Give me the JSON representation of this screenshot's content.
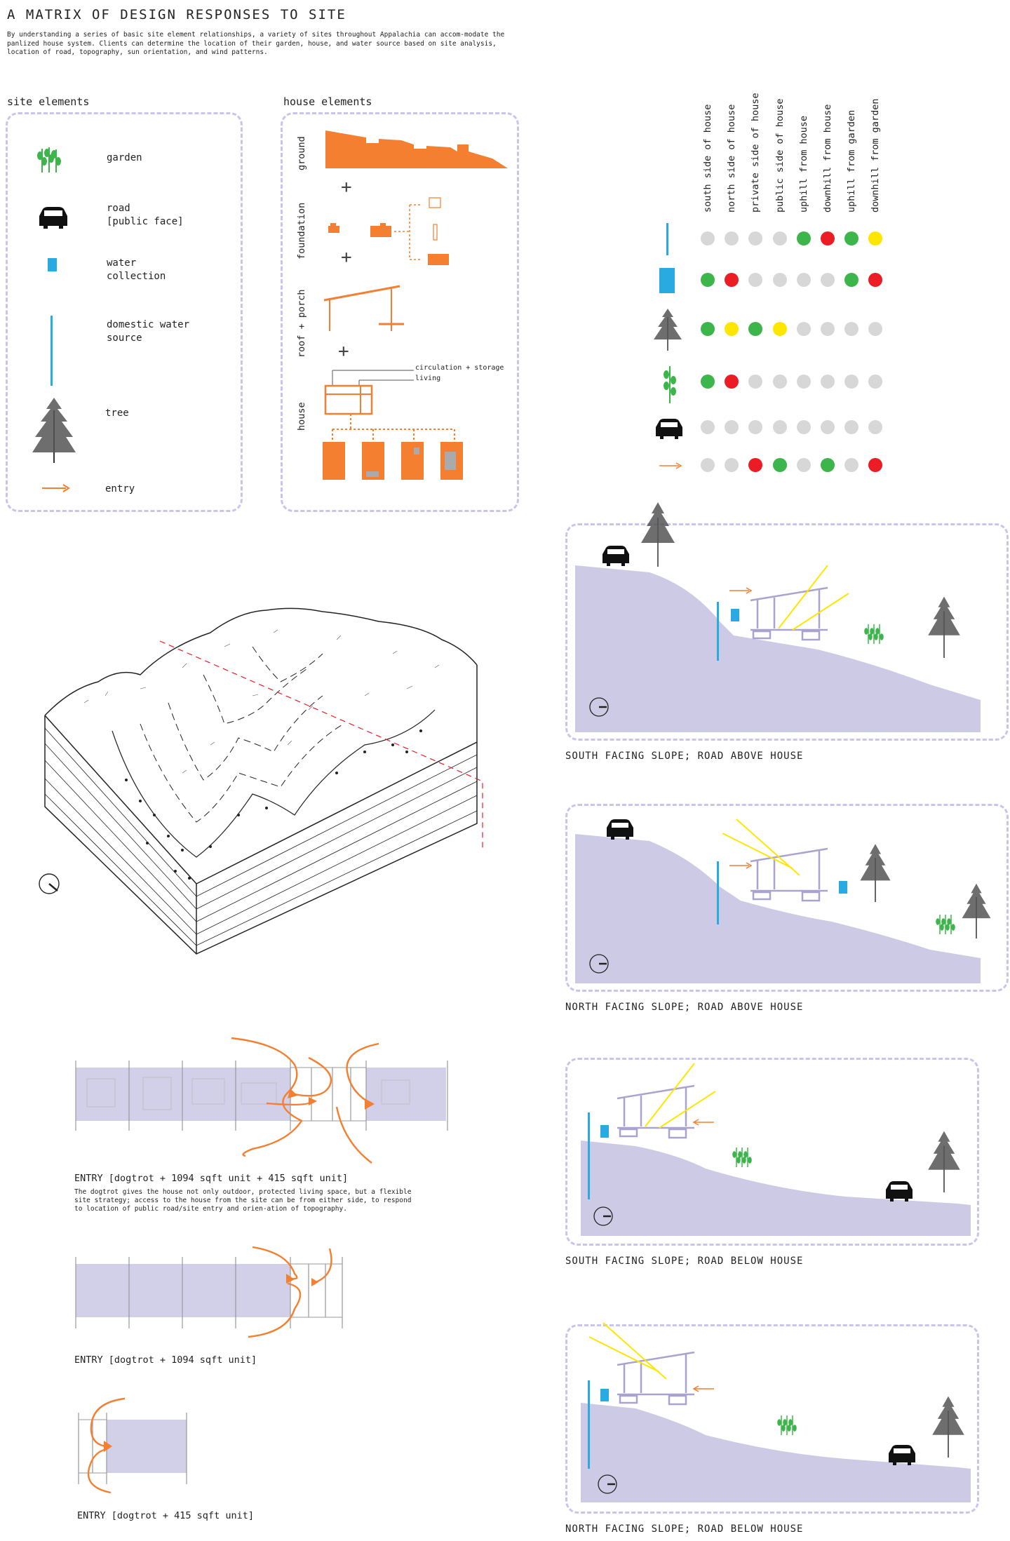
{
  "title": "A MATRIX OF DESIGN RESPONSES TO SITE",
  "intro": "By understanding a series of basic site element relationships, a variety of sites throughout Appalachia can accom-modate the panlized house system. Clients can determine the location of their garden, house, and water source based on site analysis, location of road, topography, sun orientation, and wind patterns.",
  "site_elements": {
    "heading": "site elements",
    "items": [
      {
        "icon": "garden-icon",
        "label": "garden"
      },
      {
        "icon": "car-icon",
        "label": "road\n[public face]"
      },
      {
        "icon": "water-tank-icon",
        "label": "water\ncollection"
      },
      {
        "icon": "water-pipe-icon",
        "label": "domestic water\nsource"
      },
      {
        "icon": "tree-icon",
        "label": "tree"
      },
      {
        "icon": "arrow-icon",
        "label": "entry"
      }
    ]
  },
  "house_elements": {
    "heading": "house elements",
    "rows": [
      "ground",
      "foundation",
      "roof + porch",
      "house"
    ],
    "plus": "+",
    "house_notes": [
      "circulation + storage",
      "living"
    ]
  },
  "matrix": {
    "columns": [
      "south side of house",
      "north side of house",
      "private side of house",
      "public side of house",
      "uphill from house",
      "downhill from house",
      "uphill from garden",
      "downhill from garden"
    ],
    "rows": [
      {
        "icon": "water-pipe-icon",
        "values": [
          "gray",
          "gray",
          "gray",
          "gray",
          "green",
          "red",
          "green",
          "yellow"
        ]
      },
      {
        "icon": "water-tank-icon",
        "values": [
          "green",
          "red",
          "gray",
          "gray",
          "gray",
          "gray",
          "green",
          "red"
        ]
      },
      {
        "icon": "tree-icon",
        "values": [
          "green",
          "yellow",
          "green",
          "yellow",
          "gray",
          "gray",
          "gray",
          "gray"
        ]
      },
      {
        "icon": "garden-icon",
        "values": [
          "green",
          "red",
          "gray",
          "gray",
          "gray",
          "gray",
          "gray",
          "gray"
        ]
      },
      {
        "icon": "car-icon",
        "values": [
          "gray",
          "gray",
          "gray",
          "gray",
          "gray",
          "gray",
          "gray",
          "gray"
        ]
      },
      {
        "icon": "arrow-icon",
        "values": [
          "gray",
          "gray",
          "red",
          "green",
          "gray",
          "green",
          "gray",
          "red"
        ]
      }
    ],
    "colors": {
      "gray": "#d7d7d7",
      "green": "#3cb54a",
      "red": "#ec1c24",
      "yellow": "#ffe600"
    }
  },
  "sections": [
    {
      "caption": "SOUTH FACING SLOPE; ROAD ABOVE HOUSE"
    },
    {
      "caption": "NORTH FACING SLOPE; ROAD ABOVE HOUSE"
    },
    {
      "caption": "SOUTH FACING SLOPE; ROAD BELOW HOUSE"
    },
    {
      "caption": "NORTH FACING SLOPE; ROAD BELOW HOUSE"
    }
  ],
  "plans": [
    {
      "caption": "ENTRY [dogtrot + 1094 sqft unit + 415 sqft unit]",
      "note": "The dogtrot gives the house not only outdoor, protected living space, but a flexible site strategy; access to the house from the site can be from either side, to respond to location of public road/site entry and orien-ation of topography."
    },
    {
      "caption": "ENTRY [dogtrot + 1094 sqft unit]"
    },
    {
      "caption": "ENTRY [dogtrot + 415 sqft unit]"
    }
  ],
  "colors": {
    "orange": "#f47f30",
    "lavender": "#cdcae6",
    "blue": "#29abe2",
    "dash": "#c9c4ea"
  }
}
